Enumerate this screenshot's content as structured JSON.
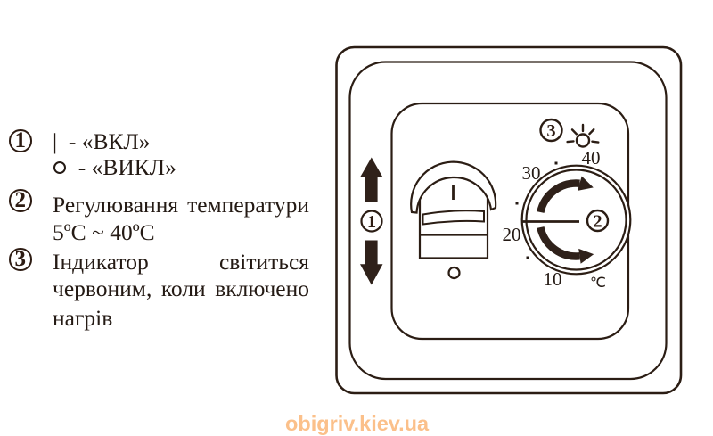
{
  "instructions": {
    "items": [
      {
        "marker": "1",
        "on_symbol": "|",
        "on_label": "- «ВКЛ»",
        "off_symbol": "○",
        "off_label": "- «ВИКЛ»"
      },
      {
        "marker": "2",
        "line1": "Регулювання температури",
        "line2": "5ºС ~ 40ºС"
      },
      {
        "marker": "3",
        "line1": "Індикатор світиться",
        "line2": "червоним, коли включено",
        "line3": "нагрів"
      }
    ]
  },
  "device": {
    "callout_1": "1",
    "callout_2": "2",
    "callout_3": "3",
    "switch_on_mark": "|",
    "dial_numbers": [
      "40",
      "30",
      "20",
      "10"
    ],
    "dial_unit": "℃",
    "line_color": "#2b1d14",
    "arrow_color": "#2f211a"
  },
  "watermark": {
    "text": "obigriv.kiev.ua",
    "color": "#fbc08a"
  }
}
